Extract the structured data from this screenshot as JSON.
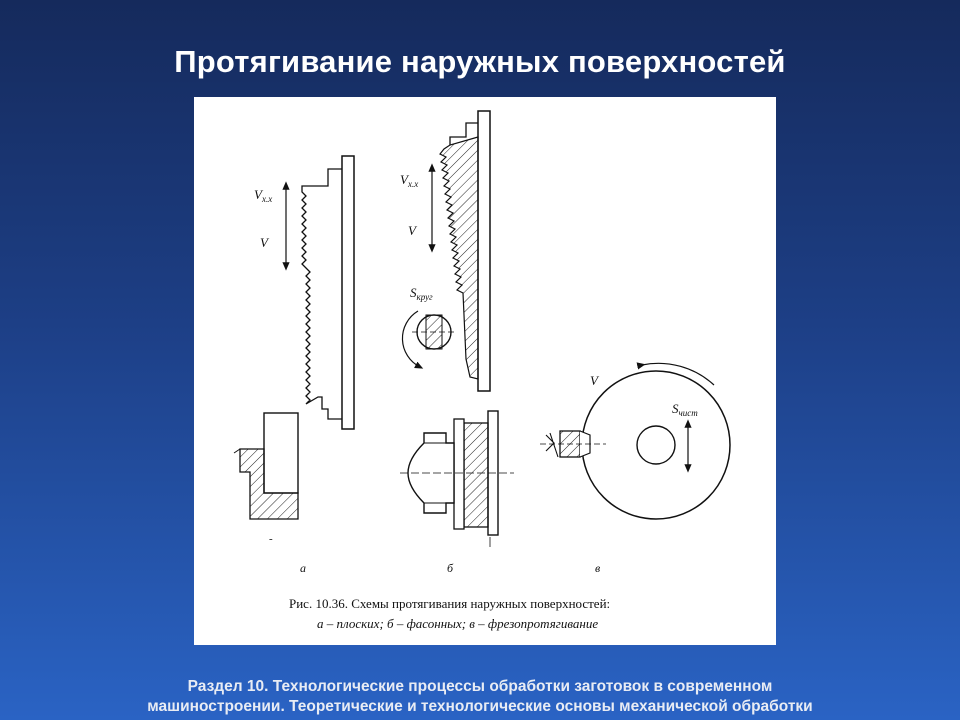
{
  "slide": {
    "title": "Протягивание наружных поверхностей",
    "footer_line1": "Раздел 10. Технологические процессы обработки заготовок в современном",
    "footer_line2": "машиностроении. Теоретические и технологические основы механической обработки"
  },
  "figure": {
    "caption_line1": "Рис. 10.36. Схемы протягивания наружных поверхностей:",
    "caption_line2": "а – плоских; б – фасонных; в – фрезопротягивание",
    "label_a": "а",
    "label_b": "б",
    "label_c": "в",
    "a": {
      "v_main": "V",
      "v_sub": "х.х",
      "v": "V"
    },
    "b": {
      "v_main": "V",
      "v_sub": "х.х",
      "v": "V",
      "s_main": "S",
      "s_sub": "круг"
    },
    "c": {
      "v": "V",
      "s_main": "S",
      "s_sub": "чист"
    }
  }
}
